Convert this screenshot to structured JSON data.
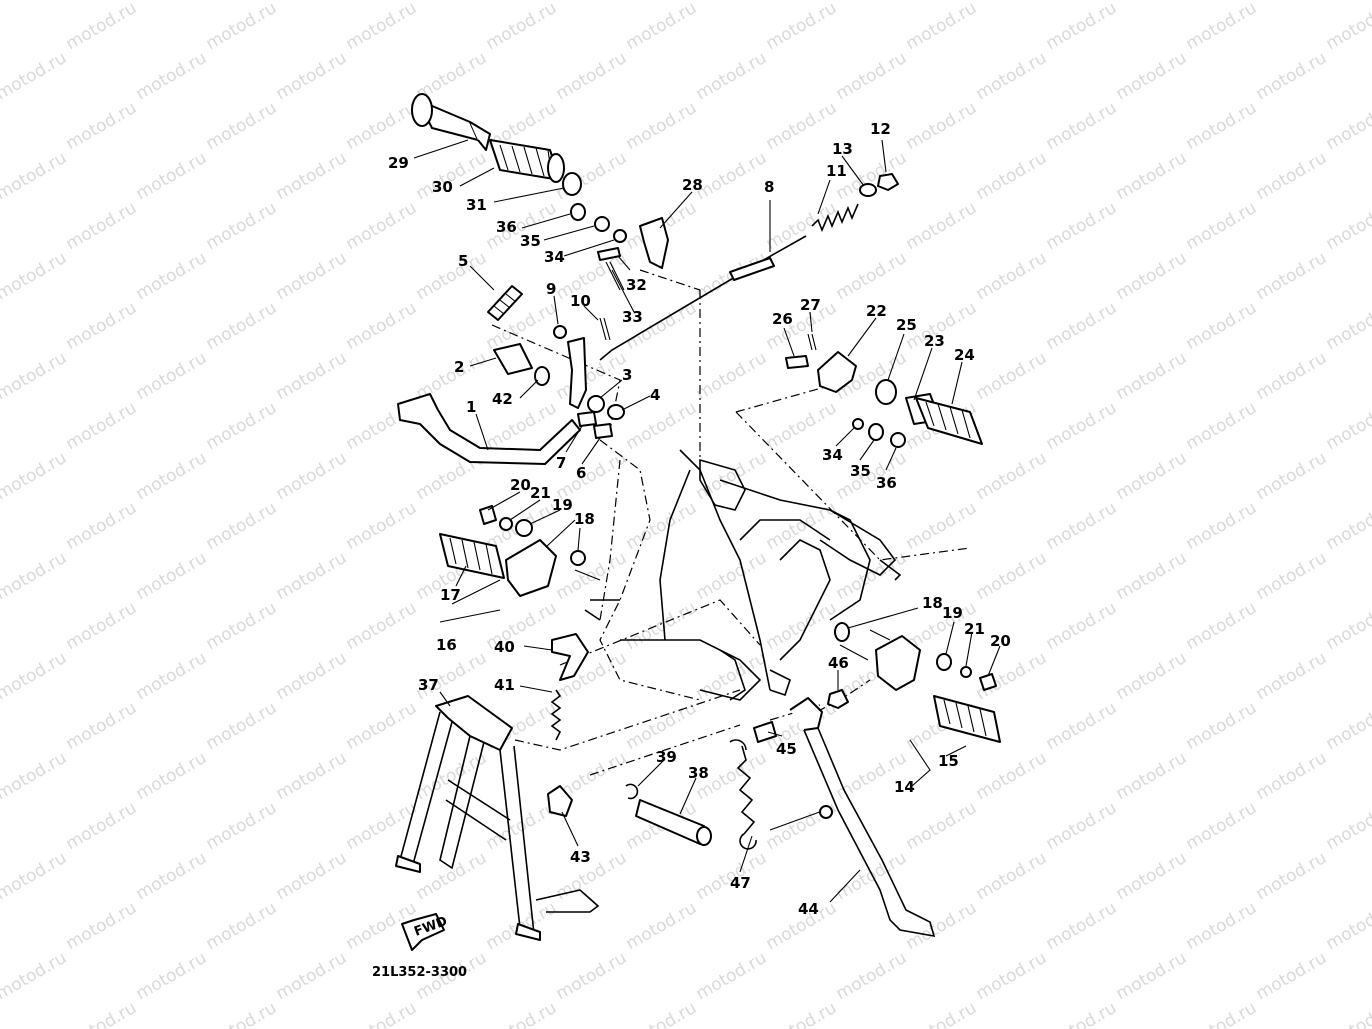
{
  "watermark": "motod.ru",
  "doc_code": "21L352-3300",
  "fwd_label": "FWD",
  "callouts": [
    "1",
    "2",
    "3",
    "4",
    "5",
    "6",
    "7",
    "8",
    "9",
    "10",
    "11",
    "12",
    "13",
    "14",
    "15",
    "16",
    "17",
    "18",
    "18",
    "19",
    "19",
    "20",
    "20",
    "21",
    "21",
    "22",
    "23",
    "24",
    "25",
    "26",
    "27",
    "28",
    "29",
    "30",
    "31",
    "32",
    "33",
    "34",
    "34",
    "35",
    "35",
    "36",
    "36",
    "37",
    "38",
    "39",
    "40",
    "41",
    "42",
    "43",
    "44",
    "45",
    "46",
    "47"
  ]
}
